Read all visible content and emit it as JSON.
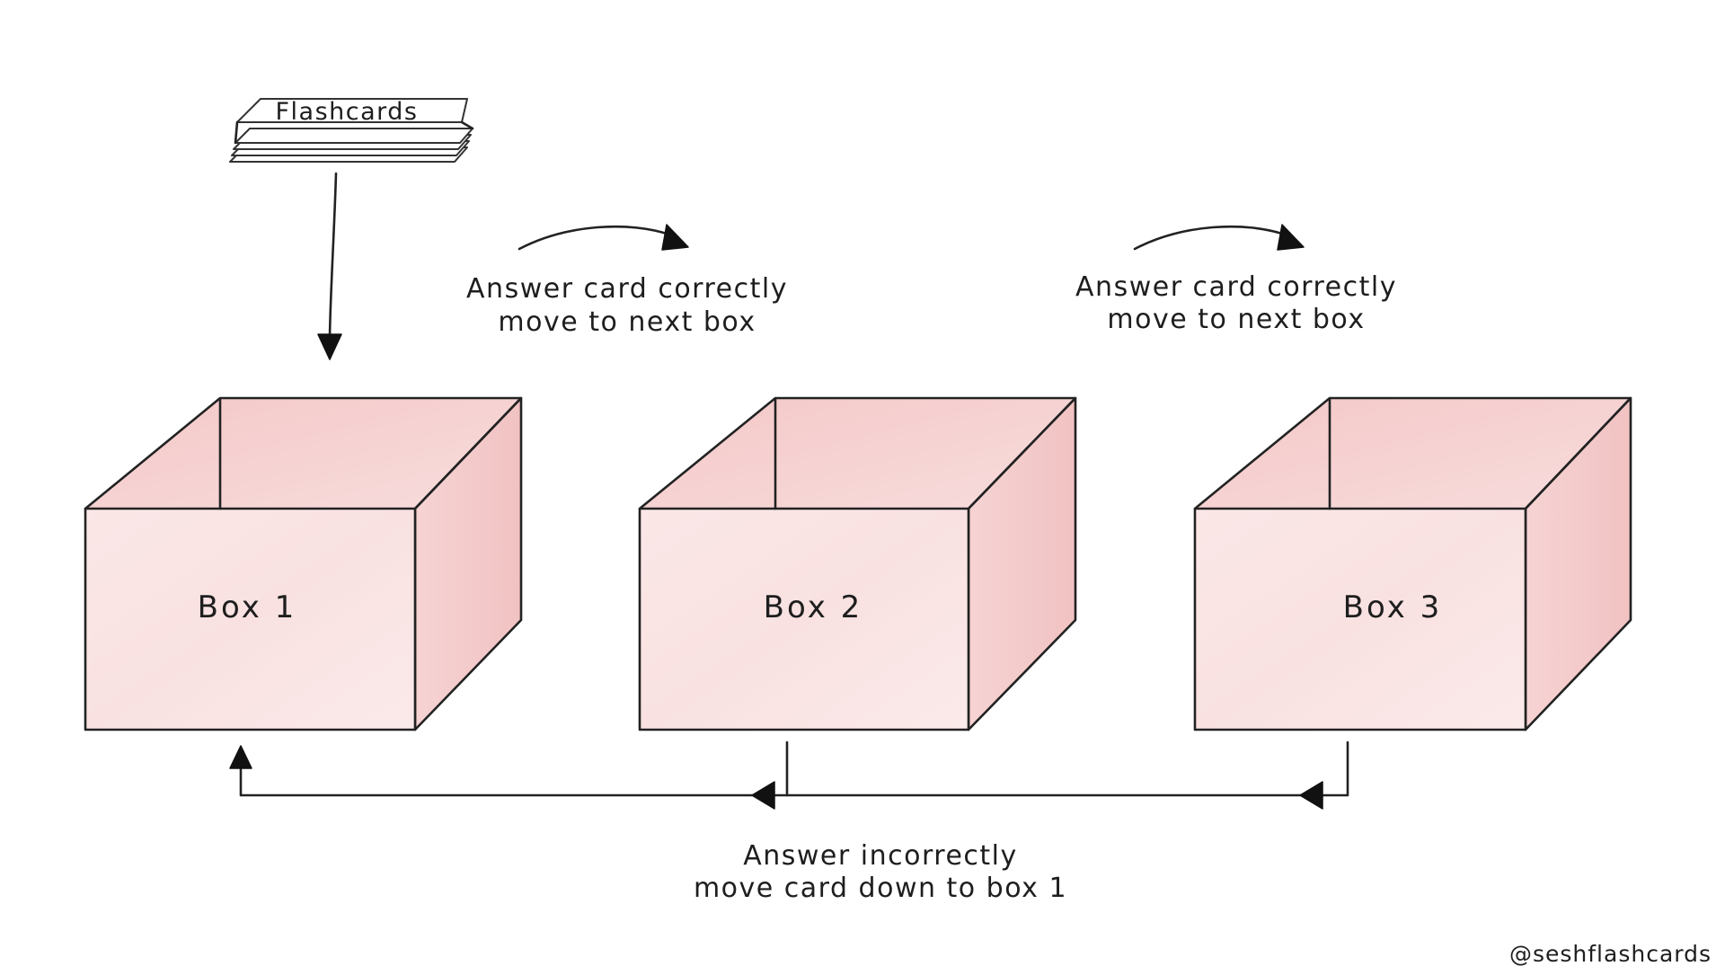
{
  "stack": {
    "label": "Flashcards"
  },
  "boxes": [
    {
      "label": "Box 1"
    },
    {
      "label": "Box 2"
    },
    {
      "label": "Box 3"
    }
  ],
  "annotations": {
    "correct_1": {
      "line1": "Answer card correctly",
      "line2": "move to next box"
    },
    "correct_2": {
      "line1": "Answer card correctly",
      "line2": "move to next box"
    },
    "incorrect": {
      "line1": "Answer incorrectly",
      "line2": "move card down to box 1"
    }
  },
  "handle": "@seshflashcards",
  "colors": {
    "box_fill": "#f7d9d9",
    "box_shade": "#f2c3c3",
    "ink": "#222222",
    "background": "#ffffff"
  }
}
